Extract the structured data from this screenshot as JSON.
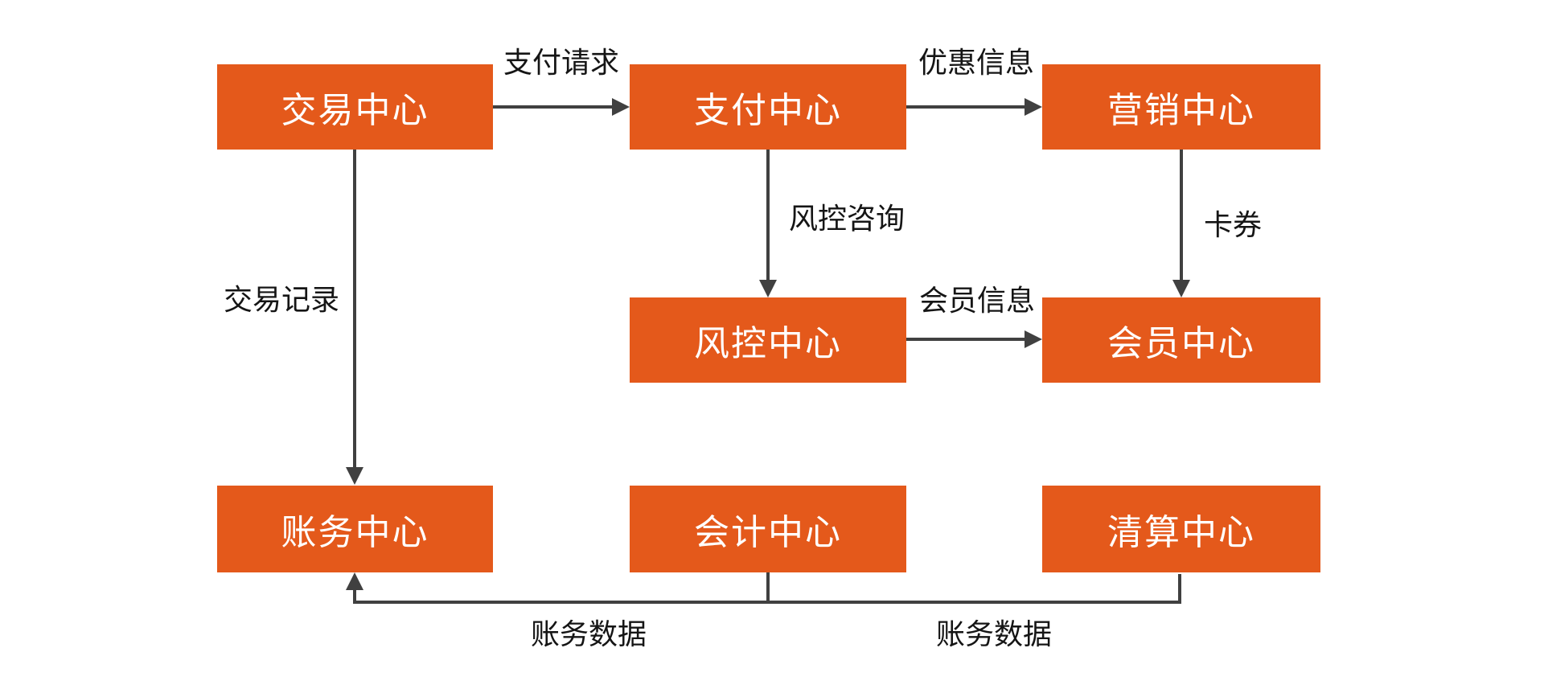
{
  "diagram_title": "",
  "colors": {
    "node_fill": "#E4591B",
    "node_text": "#FFFFFF",
    "edge_line": "#404040",
    "edge_label_text": "#151515",
    "background": "#FFFFFF"
  },
  "nodes": [
    {
      "id": "transaction-center",
      "label": "交易中心"
    },
    {
      "id": "payment-center",
      "label": "支付中心"
    },
    {
      "id": "marketing-center",
      "label": "营销中心"
    },
    {
      "id": "risk-control-center",
      "label": "风控中心"
    },
    {
      "id": "member-center",
      "label": "会员中心"
    },
    {
      "id": "billing-center",
      "label": "账务中心"
    },
    {
      "id": "accounting-center",
      "label": "会计中心"
    },
    {
      "id": "clearing-center",
      "label": "清算中心"
    }
  ],
  "edges": [
    {
      "from": "交易中心",
      "to": "支付中心",
      "label": "支付请求",
      "direction": "right"
    },
    {
      "from": "支付中心",
      "to": "营销中心",
      "label": "优惠信息",
      "direction": "right"
    },
    {
      "from": "支付中心",
      "to": "风控中心",
      "label": "风控咨询",
      "direction": "down"
    },
    {
      "from": "营销中心",
      "to": "会员中心",
      "label": "卡券",
      "direction": "down"
    },
    {
      "from": "风控中心",
      "to": "会员中心",
      "label": "会员信息",
      "direction": "right"
    },
    {
      "from": "交易中心",
      "to": "账务中心",
      "label": "交易记录",
      "direction": "down"
    },
    {
      "from": "会计中心",
      "to": "账务中心",
      "label": "账务数据",
      "direction": "down-left-up"
    },
    {
      "from": "清算中心",
      "to": "账务中心",
      "label": "账务数据",
      "direction": "down-left-up"
    }
  ]
}
